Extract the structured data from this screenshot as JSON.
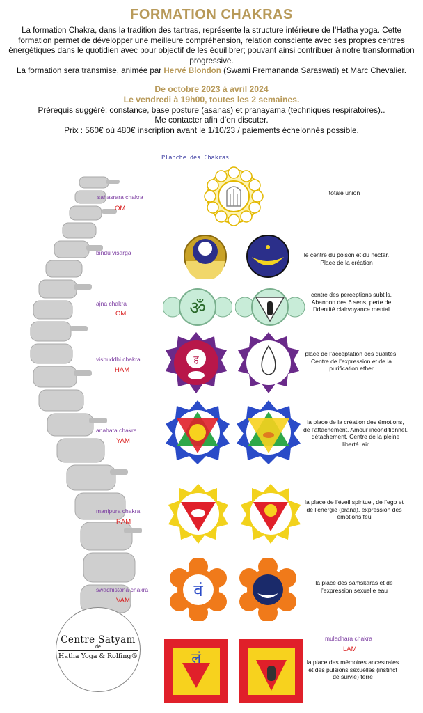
{
  "header": {
    "title": "FORMATION CHAKRAS",
    "intro": "La formation Chakra, dans la tradition des tantras, représente la structure intérieure de l’Hatha yoga. Cette formation permet de développer une meilleure compréhension, relation consciente avec ses propres centres énergétiques dans le quotidien avec pour objectif de les équilibrer; pouvant ainsi contribuer à notre transformation progressive.",
    "taught_prefix": "La formation sera transmise, animée par",
    "teacher": "Hervé Blondon",
    "taught_suffix": "(Swami Premananda Saraswati) et Marc Chevalier.",
    "dates_line1": "De octobre 2023 à avril 2024",
    "dates_line2": "Le vendredi à 19h00, toutes les 2 semaines.",
    "prereq": "Prérequis suggéré: constance, base posture (asanas) et pranayama (techniques respiratoires)..",
    "contact": "Me contacter afin d’en discuter.",
    "price": "Prix : 560€ où 480€ inscription avant le 1/10/23 / paiements échelonnés possible."
  },
  "plate": {
    "title": "Planche des Chakras",
    "chakras": [
      {
        "name": "sahasrara chakra",
        "mantra": "OM",
        "desc": "totale union"
      },
      {
        "name": "bindu visarga",
        "mantra": "",
        "desc": "le centre du poison et du nectar. Place de la création"
      },
      {
        "name": "ajna chakra",
        "mantra": "OM",
        "desc": "centre des perceptions subtils. Abandon des 6 sens, perte de l’identité clairvoyance mental"
      },
      {
        "name": "vishuddhi chakra",
        "mantra": "HAM",
        "desc": "place de l’acceptation des dualités. Centre de l’expression et de la purification ether"
      },
      {
        "name": "anahata chakra",
        "mantra": "YAM",
        "desc": "la place de la création des émotions, de l’attachement. Amour inconditionnel, détachement. Centre de la pleine liberté. air"
      },
      {
        "name": "manipura chakra",
        "mantra": "RAM",
        "desc": "la place de l’éveil spirituel, de l’ego et de l’énergie (prana), expression des émotions feu"
      },
      {
        "name": "swadhistana chakra",
        "mantra": "VAM",
        "desc": "la place des samskaras et de l’expression sexuelle eau"
      },
      {
        "name": "muladhara chakra",
        "mantra": "LAM",
        "desc": "la place des mémoires ancestrales et des pulsions sexuelles (instinct de survie) terre"
      }
    ]
  },
  "logo": {
    "name": "Centre Satyam",
    "de": "de",
    "subtitle": "Hatha Yoga & Rolfing®"
  }
}
